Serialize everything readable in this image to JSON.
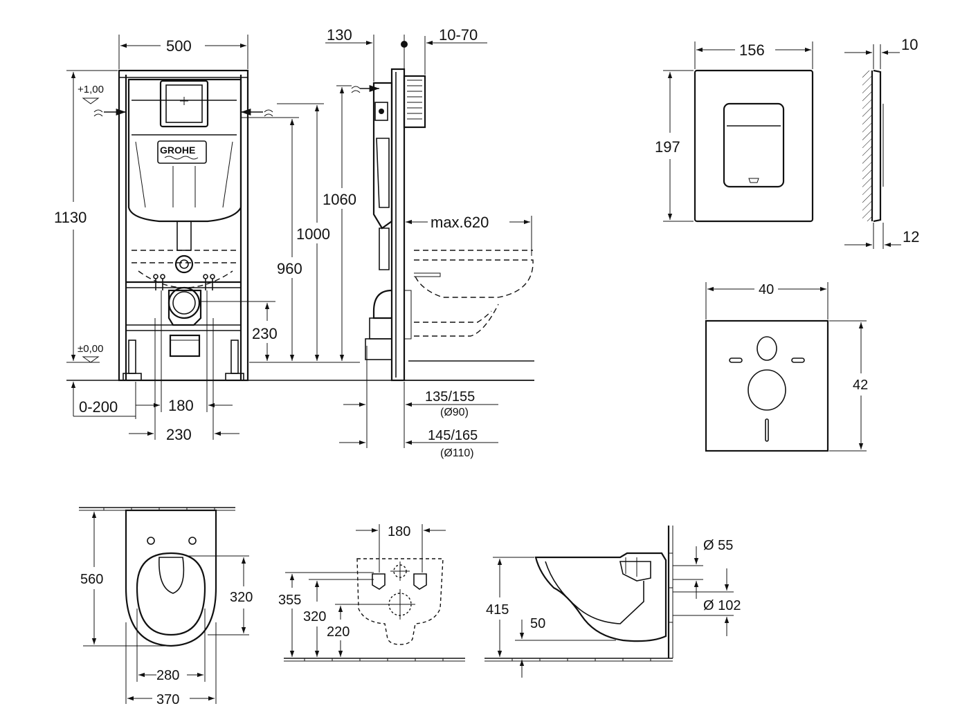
{
  "frame_front": {
    "width": "500",
    "height_total": "1130",
    "level_top": "+1,00",
    "level_floor": "±0,00",
    "inlet_height": "1000",
    "inlet_height_2": "960",
    "drain_height": "230",
    "foot_adjust": "0-200",
    "drain_spacing_1": "180",
    "drain_spacing_2": "230",
    "brand": "GROHE"
  },
  "frame_side": {
    "depth": "130",
    "wall_offset": "10-70",
    "height": "1060",
    "max_projection": "max.620",
    "pipe_90_offset": "135/155",
    "pipe_90_dia": "(Ø90)",
    "pipe_110_offset": "145/165",
    "pipe_110_dia": "(Ø110)"
  },
  "flush_plate": {
    "width": "156",
    "height": "197",
    "thickness": "10",
    "depth": "12"
  },
  "sound_mat": {
    "width": "40",
    "height": "42"
  },
  "bowl_top": {
    "length": "560",
    "inner_length": "320",
    "inner_width": "280",
    "outer_width": "370"
  },
  "bowl_back": {
    "bolt_spacing": "180",
    "height_1": "355",
    "height_2": "320",
    "height_3": "220"
  },
  "bowl_side": {
    "height": "415",
    "offset": "50",
    "inlet_dia": "Ø 55",
    "outlet_dia": "Ø 102"
  }
}
